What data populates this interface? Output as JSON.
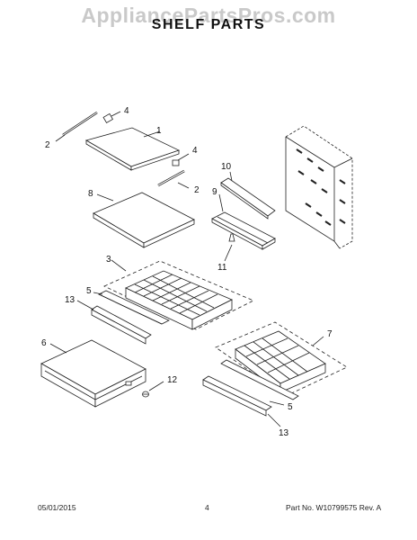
{
  "watermark": "AppliancePartsPros.com",
  "title": "SHELF PARTS",
  "callouts": {
    "c1": "1",
    "c2a": "2",
    "c2b": "2",
    "c3": "3",
    "c4a": "4",
    "c4b": "4",
    "c5a": "5",
    "c5b": "5",
    "c6": "6",
    "c7": "7",
    "c8": "8",
    "c9": "9",
    "c10": "10",
    "c11": "11",
    "c12": "12",
    "c13a": "13",
    "c13b": "13"
  },
  "footer": {
    "date": "05/01/2015",
    "page": "4",
    "part": "Part No. W10799575  Rev. A"
  }
}
